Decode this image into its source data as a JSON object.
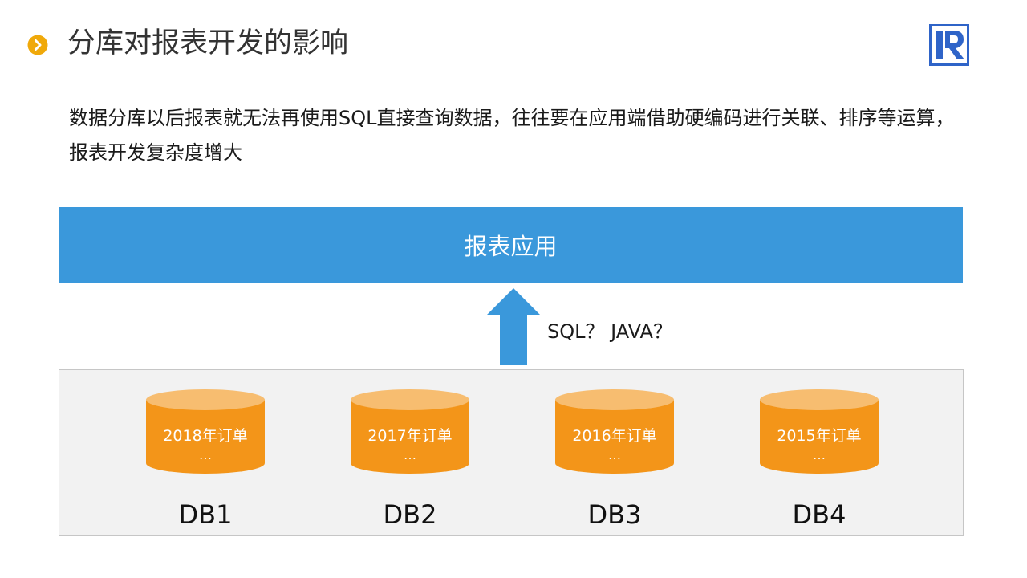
{
  "title": "分库对报表开发的影响",
  "intro": "数据分库以后报表就无法再使用SQL直接查询数据，往往要在应用端借助硬编码进行关联、排序等运算，报表开发复杂度增大",
  "app_bar": {
    "label": "报表应用"
  },
  "query_label": "SQL？ JAVA？",
  "colors": {
    "accent_bullet": "#f0a90a",
    "app_bar": "#3a98db",
    "cylinder_body": "#f39519",
    "cylinder_top": "#f7bd70",
    "panel": "#f2f2f2"
  },
  "databases": [
    {
      "content": "2018年订单",
      "more": "…",
      "label": "DB1"
    },
    {
      "content": "2017年订单",
      "more": "…",
      "label": "DB2"
    },
    {
      "content": "2016年订单",
      "more": "…",
      "label": "DB3"
    },
    {
      "content": "2015年订单",
      "more": "…",
      "label": "DB4"
    }
  ]
}
